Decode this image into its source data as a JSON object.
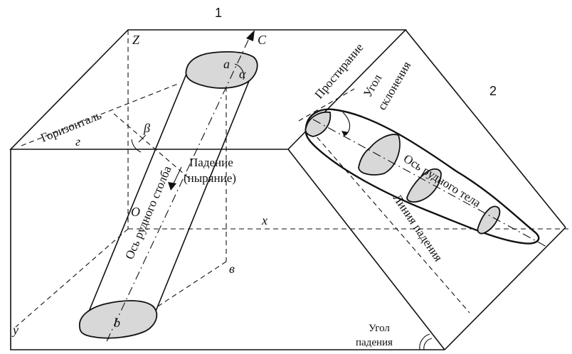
{
  "figure_numbers": {
    "left": "1",
    "right": "2"
  },
  "left_block": {
    "axis_z": "Z",
    "axis_x": "x",
    "axis_y": "y",
    "origin": "O",
    "point_c": "C",
    "point_a": "a",
    "point_b": "b",
    "point_v": "в",
    "point_g": "г",
    "angle_alpha": "α",
    "angle_beta": "β",
    "horizontal": "Горизонталь",
    "ore_axis": "Ось рудного столба",
    "dip_line1": "Падение",
    "dip_line2": "(ныряние)"
  },
  "right_block": {
    "strike": "Простирание",
    "pitch_angle_line1": "Угол",
    "pitch_angle_line2": "склонения",
    "ore_body_axis": "Ось рудного тела",
    "dip_line": "Линия падения",
    "dip_angle_line1": "Угол",
    "dip_angle_line2": "падения"
  }
}
